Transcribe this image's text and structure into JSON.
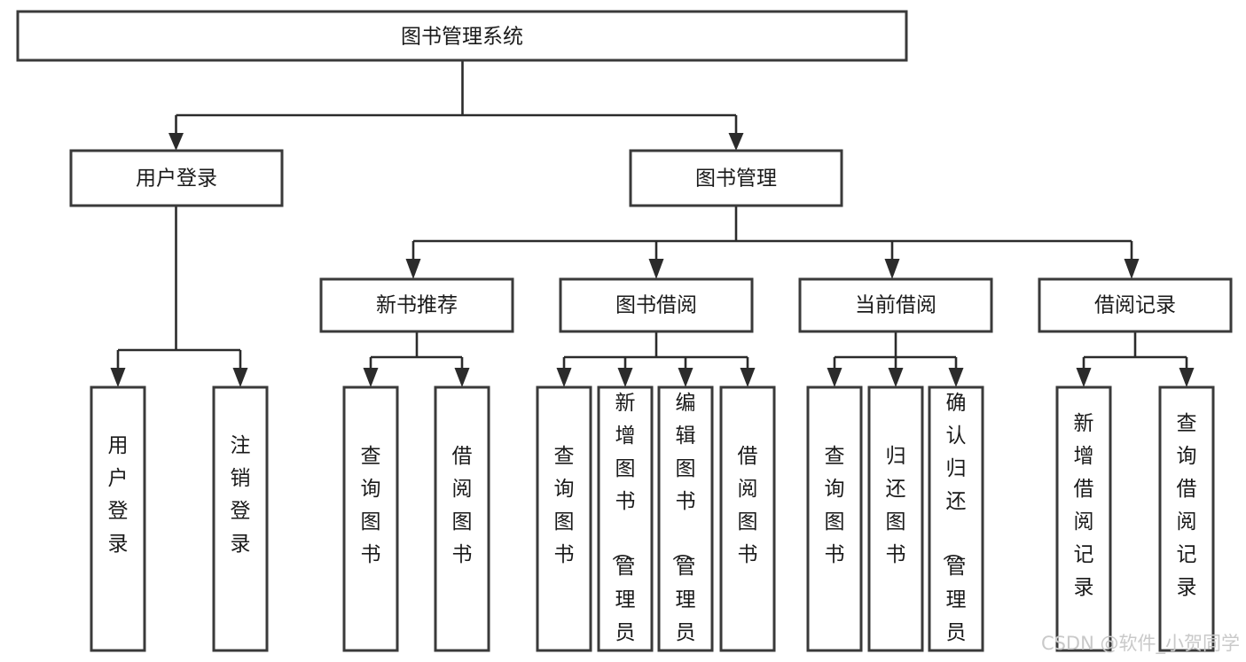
{
  "diagram": {
    "title": "图书管理系统",
    "type": "tree-hierarchy-diagram",
    "root": {
      "label": "图书管理系统"
    },
    "level2": [
      {
        "label": "用户登录"
      },
      {
        "label": "图书管理"
      }
    ],
    "level3": [
      {
        "label": "新书推荐"
      },
      {
        "label": "图书借阅"
      },
      {
        "label": "当前借阅"
      },
      {
        "label": "借阅记录"
      }
    ],
    "leaves": {
      "user_login": [
        {
          "label": "用户登录"
        },
        {
          "label": "注销登录"
        }
      ],
      "new_book_recommend": [
        {
          "label": "查询图书"
        },
        {
          "label": "借阅图书"
        }
      ],
      "book_borrow": [
        {
          "label": "查询图书"
        },
        {
          "label": "新增图书（管理员）"
        },
        {
          "label": "编辑图书（管理员）"
        },
        {
          "label": "借阅图书"
        }
      ],
      "current_borrow": [
        {
          "label": "查询图书"
        },
        {
          "label": "归还图书"
        },
        {
          "label": "确认归还（管理员）"
        }
      ],
      "borrow_record": [
        {
          "label": "新增借阅记录"
        },
        {
          "label": "查询借阅记录"
        }
      ]
    }
  },
  "watermark": {
    "text": "CSDN @软件_小贺同学"
  },
  "colors": {
    "box_stroke": "#3a3a3a",
    "connector": "#2b2b2b",
    "text": "#1a1a1a",
    "background": "#ffffff",
    "watermark": "#c9c9c9"
  }
}
